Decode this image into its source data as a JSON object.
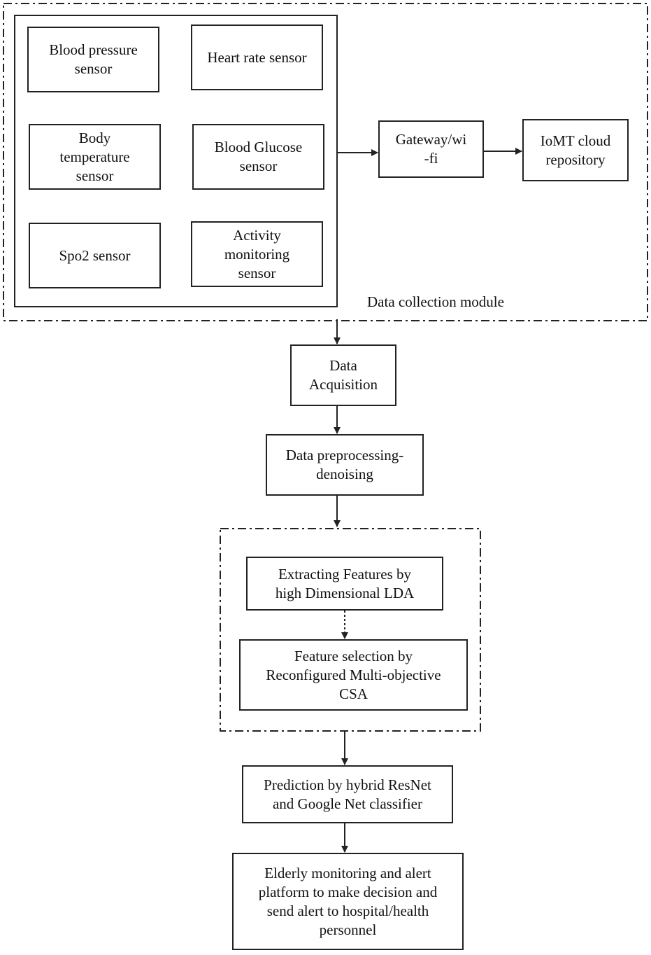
{
  "module_label": "Data collection module",
  "sensors": {
    "blood_pressure": "Blood pressure\nsensor",
    "heart_rate": "Heart rate sensor",
    "body_temperature": "Body\ntemperature\nsensor",
    "blood_glucose": "Blood Glucose\nsensor",
    "spo2": "Spo2 sensor",
    "activity": "Activity\nmonitoring\nsensor"
  },
  "gateway": "Gateway/wi\n-fi",
  "cloud": "IoMT cloud\nrepository",
  "acquisition": "Data\nAcquisition",
  "preprocessing": "Data preprocessing-\ndenoising",
  "feature_extraction": "Extracting Features by\nhigh Dimensional LDA",
  "feature_selection": "Feature selection by\nReconfigured Multi-objective\nCSA",
  "prediction": "Prediction by hybrid ResNet\nand Google Net classifier",
  "alert_platform": "Elderly monitoring and alert\nplatform to make decision and\nsend alert to hospital/health\npersonnel"
}
